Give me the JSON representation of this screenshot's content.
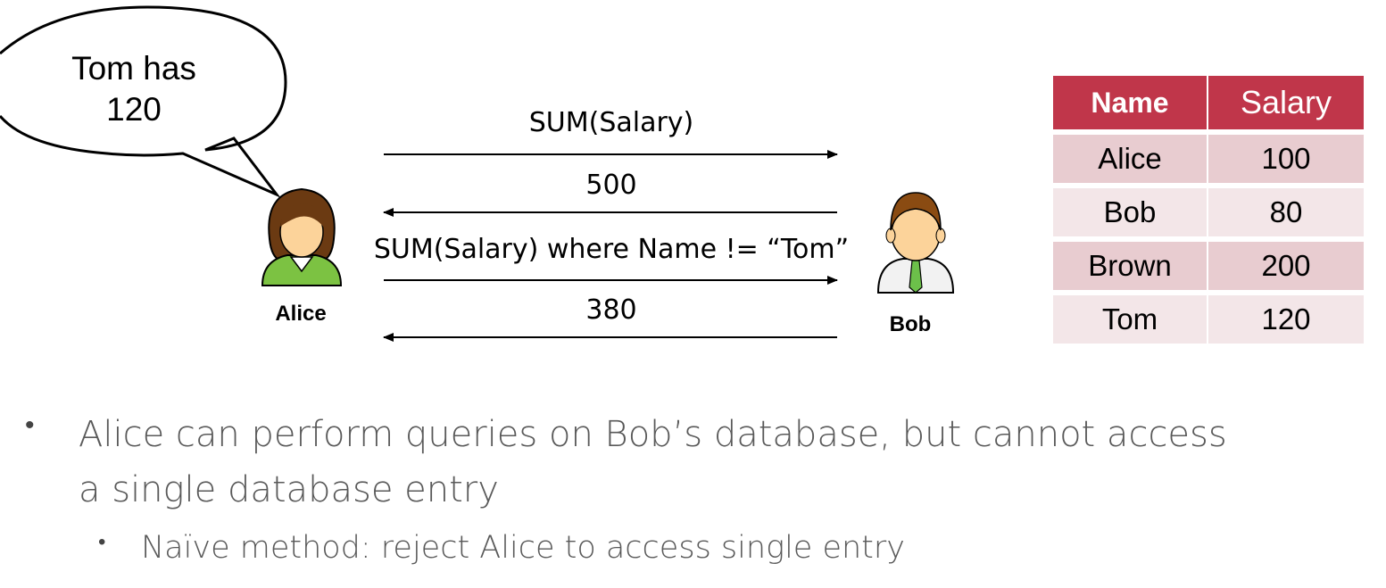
{
  "speech_bubble": {
    "line1": "Tom has",
    "line2": "120"
  },
  "actors": {
    "alice": "Alice",
    "bob": "Bob"
  },
  "messages": [
    {
      "text": "SUM(Salary)",
      "direction": "to-bob"
    },
    {
      "text": "500",
      "direction": "to-alice"
    },
    {
      "text": "SUM(Salary) where Name != “Tom”",
      "direction": "to-bob"
    },
    {
      "text": "380",
      "direction": "to-alice"
    }
  ],
  "table": {
    "headers": [
      "Name",
      "Salary"
    ],
    "rows": [
      [
        "Alice",
        "100"
      ],
      [
        "Bob",
        "80"
      ],
      [
        "Brown",
        "200"
      ],
      [
        "Tom",
        "120"
      ]
    ]
  },
  "bullets": {
    "main": "Alice can perform queries on Bob’s database, but cannot access a single database entry",
    "sub": "Naïve method: reject Alice to access single entry"
  },
  "colors": {
    "header_bg": "#c0364a",
    "row_odd": "#e8ccd0",
    "row_even": "#f3e6e8",
    "bullet_text": "#595959"
  }
}
